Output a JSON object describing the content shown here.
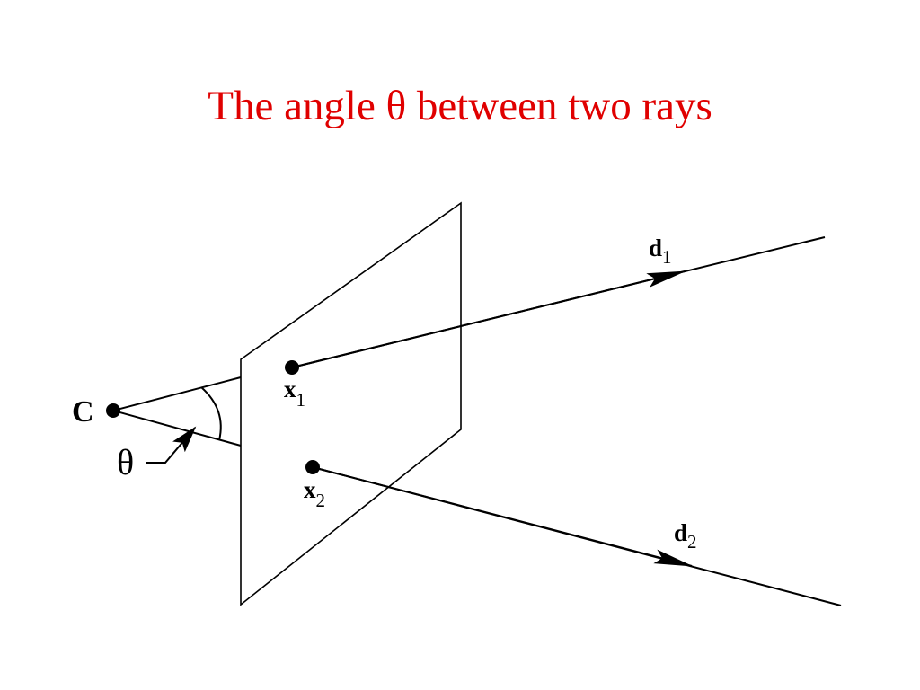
{
  "title": "The angle θ between two rays",
  "colors": {
    "title": "#e00000",
    "line": "#000000",
    "background": "#ffffff"
  },
  "labels": {
    "camera_center": "C",
    "angle": "θ",
    "point1": {
      "base": "x",
      "subscript": "1"
    },
    "point2": {
      "base": "x",
      "subscript": "2"
    },
    "ray1": {
      "base": "d",
      "subscript": "1"
    },
    "ray2": {
      "base": "d",
      "subscript": "2"
    }
  }
}
